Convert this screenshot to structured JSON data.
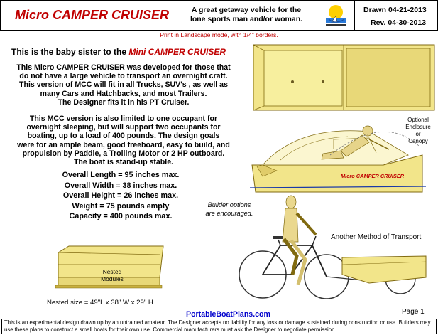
{
  "header": {
    "title": "Micro CAMPER CRUISER",
    "tagline_line1": "A great getaway vehicle for the",
    "tagline_line2": "lone sports man and/or woman.",
    "drawn": "Drawn 04-21-2013",
    "rev": "Rev. 04-30-2013"
  },
  "print_note": "Print in Landscape mode, with 1/4\" borders.",
  "intro": {
    "prefix": "This is the baby sister to the ",
    "link": "Mini CAMPER CRUISER"
  },
  "paragraph1": [
    "This Micro CAMPER CRUISER was developed for those that",
    "do not have a large vehicle to transport an overnight craft.",
    "This version of MCC will fit in all Trucks, SUV's , as well as",
    "many Cars and Hatchbacks, and most Trailers.",
    "The Designer fits it in his PT Cruiser."
  ],
  "paragraph2": [
    "This MCC version is also limited to one occupant for",
    "overnight sleeping, but will support two occupants for",
    "boating, up to a load of 400 pounds.  The design goals",
    "were for an ample beam, good freeboard, easy to build, and",
    "propulsion by Paddle, a Trolling Motor or 2 HP outboard.",
    "The boat is stand-up stable."
  ],
  "specs": [
    "Overall Length = 95 inches max.",
    "Overall Width = 38 inches max.",
    "Overall Height = 26 inches max.",
    "Weight = 75 pounds empty",
    "Capacity = 400 pounds max."
  ],
  "labels": {
    "enclosure": [
      "Optional",
      "Enclosure",
      "or",
      "Canopy"
    ],
    "boat_name": "Micro CAMPER CRUISER",
    "builder": [
      "Builder options",
      "are encouraged."
    ],
    "transport": "Another Method of Transport",
    "nested": [
      "Nested",
      "Modules"
    ],
    "nested_size": "Nested size = 49\"L x 38\" W x 29\" H",
    "website": "PortableBoatPlans.com",
    "page": "Page 1"
  },
  "footer": "This is an experimental design drawn up by an untrained amateur.  The Designer accepts no liability for any loss or damage sustained during construction or use.  Builders may use these plans to construct a small boats for their own use. Commercial manufacturers must ask the Designer to negotiate permission.",
  "colors": {
    "accent_red": "#c00000",
    "wood_yellow": "#f2e58a",
    "wood_dark": "#c8b040",
    "link_blue": "#0000cc"
  }
}
